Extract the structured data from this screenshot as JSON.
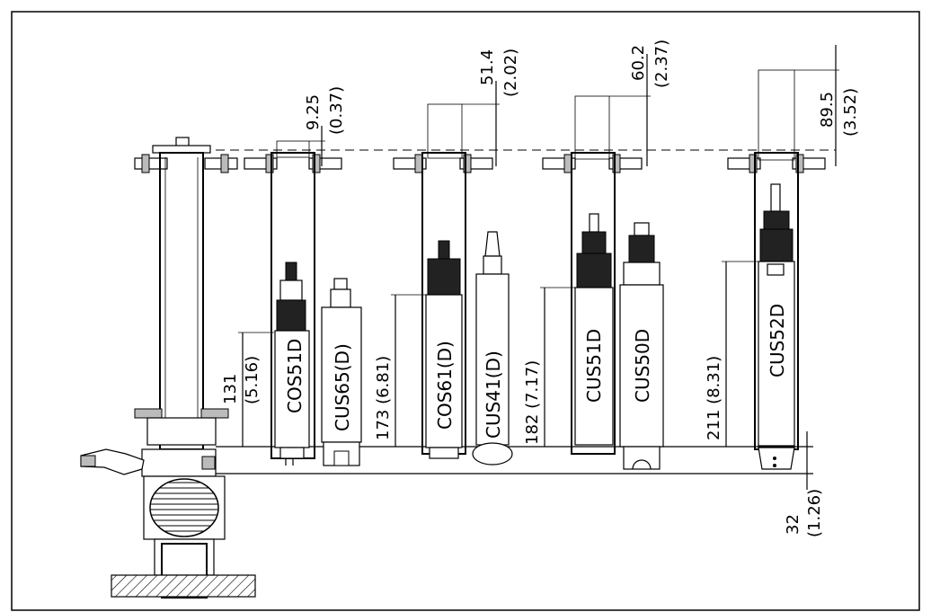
{
  "diagram": {
    "sensors": [
      {
        "id": "cos51d",
        "name": "COS51D"
      },
      {
        "id": "cus65d",
        "name": "CUS65(D)"
      },
      {
        "id": "cos61d",
        "name": "COS61(D)"
      },
      {
        "id": "cus41d",
        "name": "CUS41(D)"
      },
      {
        "id": "cus51d",
        "name": "CUS51D"
      },
      {
        "id": "cus50d",
        "name": "CUS50D"
      },
      {
        "id": "cus52d",
        "name": "CUS52D"
      }
    ],
    "dimensions": {
      "d1_mm": "9.25",
      "d1_in": "(0.37)",
      "d2_mm": "51.4",
      "d2_in": "(2.02)",
      "d3_mm": "60.2",
      "d3_in": "(2.37)",
      "d4_mm": "89.5",
      "d4_in": "(3.52)",
      "h1_mm": "131",
      "h1_in": "(5.16)",
      "h2": "173 (6.81)",
      "h3": "182 (7.17)",
      "h4": "211 (8.31)",
      "b_mm": "32",
      "b_in": "(1.26)"
    }
  }
}
